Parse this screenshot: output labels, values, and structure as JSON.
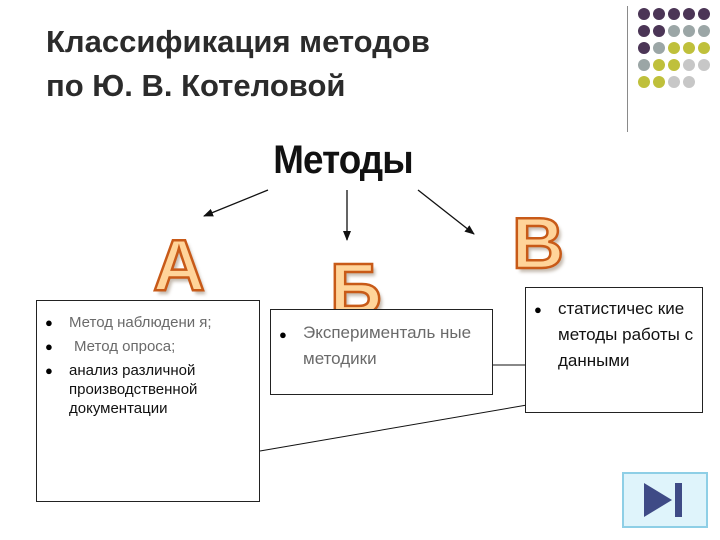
{
  "title": {
    "line1": "Классификация методов",
    "line2": "по Ю. В. Котеловой"
  },
  "root_label": "Методы",
  "branches": {
    "a": {
      "letter": "А",
      "items": [
        "Метод наблюдени я;",
        "Метод опроса;",
        "анализ различной производственной документации"
      ]
    },
    "b": {
      "letter": "Б",
      "items": [
        "Эксперименталь ные методики"
      ]
    },
    "c": {
      "letter": "В",
      "items": [
        "статистичес кие методы работы с данными"
      ]
    }
  },
  "bullet_symbol": "●",
  "colors": {
    "title": "#2b2b2b",
    "letter_fill": "#ffd49a",
    "letter_stroke": "#c85a18",
    "dot_purple": "#4b3556",
    "dot_gray": "#9ba6a6",
    "dot_olive": "#bfc03b",
    "dot_light": "#c7c7c7",
    "nav_fill": "#dff4fb",
    "nav_icon": "#3f4b86"
  },
  "nav": {
    "icon": "end-navigation-icon"
  }
}
